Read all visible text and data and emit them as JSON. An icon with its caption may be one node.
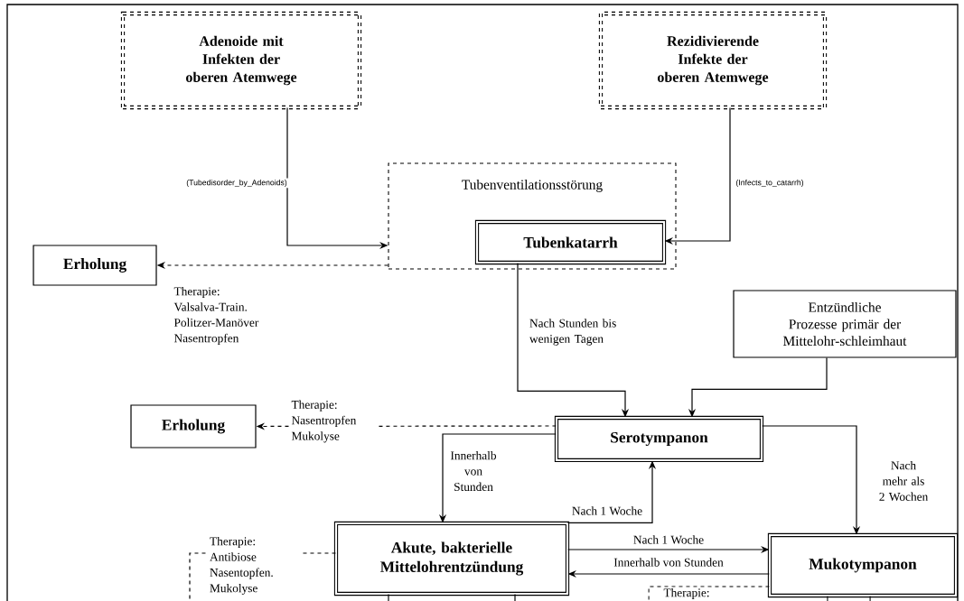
{
  "diagram": {
    "nodes": [
      {
        "text": [
          "Adenoide mit Infekten der oberen Atemwege"
        ]
      },
      {
        "text": [
          "Rezidivierende Infekte der oberen Atemwege"
        ]
      },
      {
        "text": [
          "Tubenventilationsstörung"
        ]
      },
      {
        "text": [
          "Tubenkatarrh"
        ],
        "in": 2
      },
      {
        "text": [
          "Erholung"
        ]
      },
      {
        "text": [
          "Entzündliche Prozesse primär der Mittelohr-schleimhaut"
        ]
      },
      {
        "text": [
          "Erholung"
        ]
      },
      {
        "text": [
          "Serotympanon"
        ]
      },
      {
        "text": [
          "Akute, bakterielle Mittelohrentzündung"
        ]
      },
      {
        "text": [
          "Mukotympanon"
        ]
      }
    ],
    "edges": [
      {
        "from": 0,
        "to": 2,
        "arrow": "to",
        "label": "(Tubedisorder_by_Adenoids)"
      },
      {
        "from": 1,
        "to": 3,
        "arrow": "to",
        "label": "(Infects_to_catarrh)"
      },
      {
        "from": 2,
        "to": 4,
        "arrow": "to",
        "style": "dashed",
        "label": "Therapie: Valsalva-Train. Politzer-Manöver Nasentropfen"
      },
      {
        "from": 3,
        "to": 7,
        "arrow": "to",
        "label": "Nach Stunden bis wenigen Tagen"
      },
      {
        "from": 5,
        "to": 7,
        "arrow": "to"
      },
      {
        "from": 7,
        "to": 6,
        "arrow": "to",
        "style": "dashed",
        "label": "Therapie: Nasentropfen Mukolyse"
      },
      {
        "from": 7,
        "to": 8,
        "arrow": "to",
        "label": "Innerhalb von Stunden"
      },
      {
        "from": 8,
        "to": 7,
        "arrow": "to",
        "label": "Nach 1 Woche"
      },
      {
        "from": 8,
        "to": 9,
        "arrow": "to",
        "label": "Nach 1 Woche"
      },
      {
        "from": 9,
        "to": 8,
        "arrow": "to",
        "label": "Innerhalb von Stunden"
      },
      {
        "from": 7,
        "to": 9,
        "arrow": "to",
        "label": "Nach mehr als 2 Wochen"
      },
      {
        "from": 8,
        "to": null,
        "arrow": "none",
        "style": "dashed",
        "label": "Therapie: Antibiose Nasentopfen. Mukolyse"
      },
      {
        "from": 8,
        "to": null,
        "arrow": "none"
      },
      {
        "from": 8,
        "to": null,
        "arrow": "none"
      },
      {
        "from": 9,
        "to": null,
        "arrow": "none",
        "style": "dashed",
        "label": "Therapie:"
      },
      {
        "from": 9,
        "to": null,
        "arrow": "none"
      },
      {
        "from": 9,
        "to": null,
        "arrow": "none"
      }
    ]
  }
}
